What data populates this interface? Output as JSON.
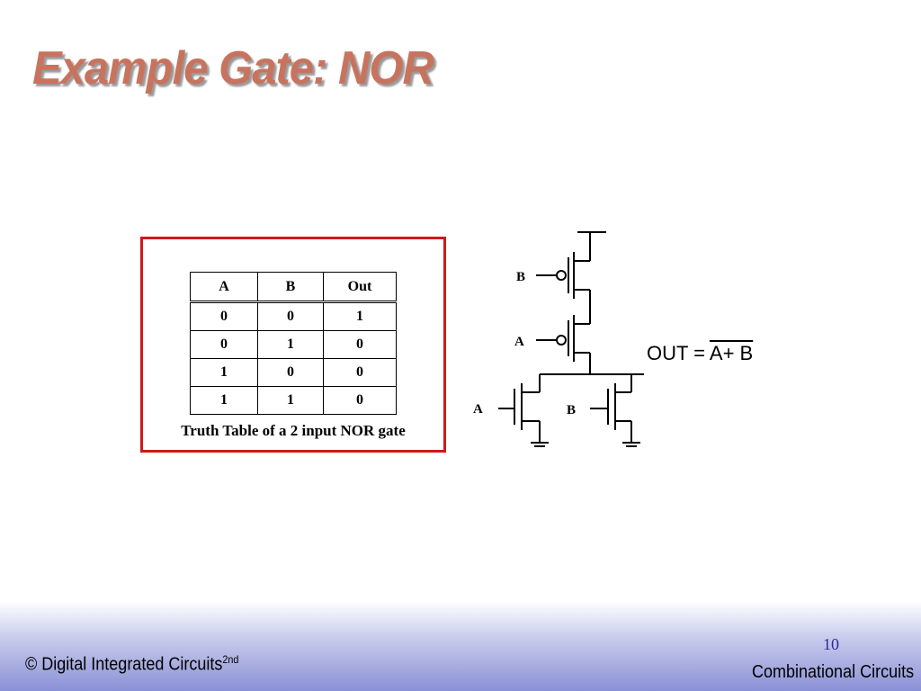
{
  "slide": {
    "title": "Example Gate: NOR",
    "page_number": "10",
    "footer_left": "© Digital Integrated Circuits",
    "footer_left_sup": "2nd",
    "footer_right": "Combinational Circuits"
  },
  "truth_table": {
    "headers": [
      "A",
      "B",
      "Out"
    ],
    "rows": [
      [
        "0",
        "0",
        "1"
      ],
      [
        "0",
        "1",
        "0"
      ],
      [
        "1",
        "0",
        "0"
      ],
      [
        "1",
        "1",
        "0"
      ]
    ],
    "caption": "Truth Table of a 2 input NOR gate"
  },
  "schematic": {
    "pmos_top_gate": "B",
    "pmos_bottom_gate": "A",
    "nmos_left_gate": "A",
    "nmos_right_gate": "B",
    "out_label": "OUT = ",
    "out_expression": "A+ B"
  },
  "colors": {
    "title": "#c8735e",
    "table_border": "#d01818",
    "page_number": "#2a2aa0",
    "footer_gradient_end": "#8a90d6"
  }
}
